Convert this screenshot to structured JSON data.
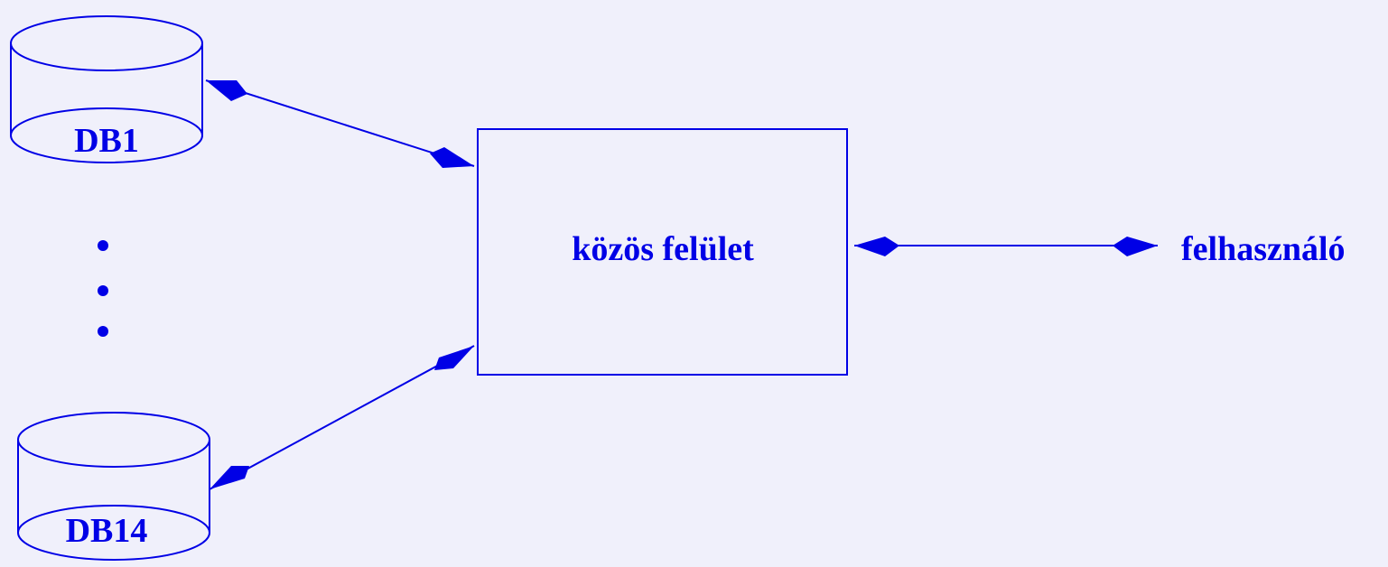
{
  "colors": {
    "background": "#f0f0fb",
    "stroke": "#0000e6",
    "text": "#0000e6"
  },
  "databases": [
    {
      "label": "DB1"
    },
    {
      "label": "DB14"
    }
  ],
  "ellipsis_icon": "vertical-dots",
  "interface": {
    "label": "közös felület"
  },
  "user": {
    "label": "felhasználó"
  }
}
